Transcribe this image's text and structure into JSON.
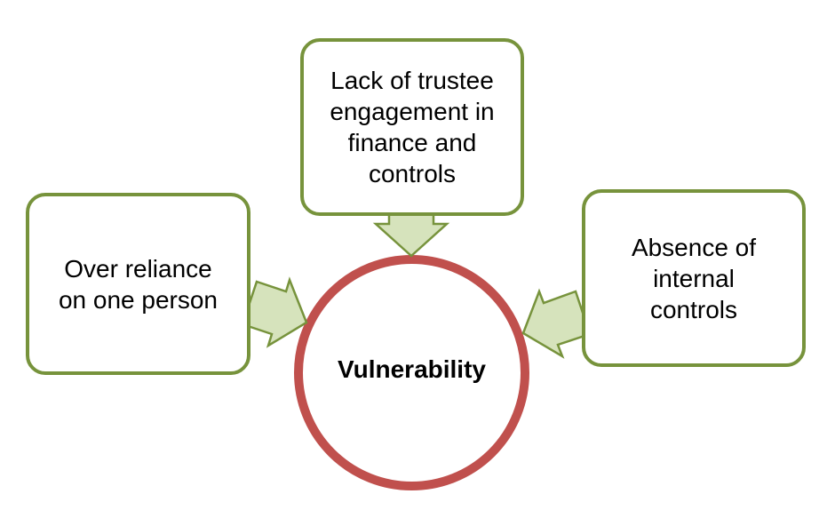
{
  "diagram": {
    "type": "converging-radial",
    "center": {
      "label": "Vulnerability"
    },
    "causes": [
      {
        "id": "top",
        "position": "top",
        "lines": [
          "Lack of trustee",
          "engagement in",
          "finance and",
          "controls"
        ]
      },
      {
        "id": "left",
        "position": "left",
        "lines": [
          "Over reliance",
          "on one person"
        ]
      },
      {
        "id": "right",
        "position": "right",
        "lines": [
          "Absence of",
          "internal",
          "controls"
        ]
      }
    ],
    "colors": {
      "background": "#FFFFFF",
      "text": "#000000",
      "box_border": "#77933C",
      "arrow_fill": "#D6E3BC",
      "arrow_stroke": "#77933C",
      "circle_border": "#C0504D"
    }
  }
}
